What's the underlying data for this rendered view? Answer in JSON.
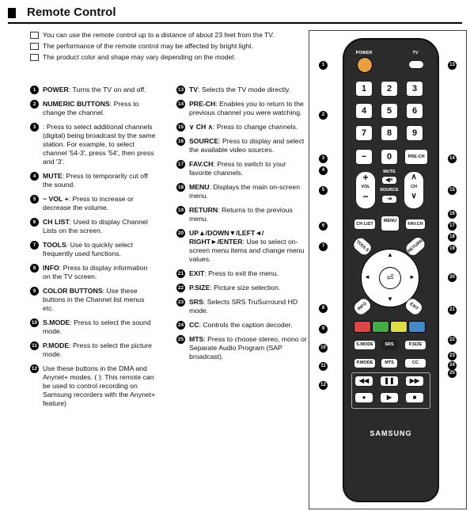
{
  "header": {
    "title": "Remote Control"
  },
  "notes": [
    "You can use the remote control up to a distance of about 23 feet from the TV.",
    "The performance of the remote control may be affected by bright light.",
    "The product color and shape may vary depending on the model."
  ],
  "items_left": [
    {
      "n": "1",
      "kw": "POWER",
      "text": ": Turns the TV on and off."
    },
    {
      "n": "2",
      "kw": "NUMERIC BUTTONS",
      "text": ": Press to change the channel."
    },
    {
      "n": "3",
      "kw": "",
      "text": ": Press to select additional channels (digital) being broadcast by the same station. For example, to select channel '54-3', press '54', then press and '3'."
    },
    {
      "n": "4",
      "kw": "MUTE",
      "text": ": Press to temporarily cut off the sound."
    },
    {
      "n": "5",
      "kw": "− VOL +",
      "text": ": Press to increase or decrease the volume."
    },
    {
      "n": "6",
      "kw": "CH LIST",
      "text": ": Used to display Channel Lists on the screen."
    },
    {
      "n": "7",
      "kw": "TOOLS",
      "text": ": Use to quickly select frequently used functions."
    },
    {
      "n": "8",
      "kw": "INFO",
      "text": ": Press to display information on the TV screen."
    },
    {
      "n": "9",
      "kw": "COLOR BUTTONS",
      "text": ": Use these buttons in the Channel list menus etc."
    },
    {
      "n": "10",
      "kw": "S.MODE",
      "text": ": Press to select the sound mode."
    },
    {
      "n": "11",
      "kw": "P.MODE",
      "text": ": Press to select the picture mode."
    },
    {
      "n": "12",
      "kw": "",
      "text": "Use these buttons in the DMA and Anynet+ modes. ( ): This remote can be used to control recording on Samsung recorders with the Anynet+ feature)"
    }
  ],
  "items_right": [
    {
      "n": "13",
      "kw": "TV",
      "text": ": Selects the TV mode directly."
    },
    {
      "n": "14",
      "kw": "PRE-CH",
      "text": ": Enables you to return to the previous channel you were watching."
    },
    {
      "n": "15",
      "kw": "∨ CH ∧",
      "text": ": Press to change channels."
    },
    {
      "n": "16",
      "kw": "SOURCE",
      "text": ": Press to display and select the available video sources."
    },
    {
      "n": "17",
      "kw": "FAV.CH",
      "text": ": Press to switch to your favorite channels."
    },
    {
      "n": "18",
      "kw": "MENU",
      "text": ": Displays the main on-screen menu."
    },
    {
      "n": "19",
      "kw": "RETURN",
      "text": ": Returns to the previous menu."
    },
    {
      "n": "20",
      "kw": "UP▲/DOWN▼/LEFT◄/ RIGHT►/ENTER",
      "text": ": Use to select on-screen menu items and change menu values."
    },
    {
      "n": "21",
      "kw": "EXIT",
      "text": ": Press to exit the menu."
    },
    {
      "n": "22",
      "kw": "P.SIZE",
      "text": ": Picture size selection."
    },
    {
      "n": "23",
      "kw": "SRS",
      "text": ": Selects SRS TruSurround HD mode."
    },
    {
      "n": "24",
      "kw": "CC",
      "text": ": Controls the caption decoder."
    },
    {
      "n": "25",
      "kw": "MTS",
      "text": ": Press to choose stereo, mono or Separate Audio Program (SAP broadcast)."
    }
  ],
  "remote": {
    "power_label": "POWER",
    "tv_label": "TV",
    "digits": [
      "1",
      "2",
      "3",
      "4",
      "5",
      "6",
      "7",
      "8",
      "9"
    ],
    "zero": "0",
    "dash": "−",
    "prech": "PRE-CH",
    "mute_label": "MUTE",
    "source_label": "SOURCE",
    "vol_label": "VOL",
    "ch_label": "CH",
    "chlist": "CH LIST",
    "menu": "MENU",
    "favch": "FAV.CH",
    "tools": "TOOLS",
    "return": "RETURN",
    "info": "INFO",
    "exit": "EXIT",
    "smode": "S.MODE",
    "srs": "SRS",
    "psize": "P.SIZE",
    "pmode": "P.MODE",
    "mts": "MTS",
    "cc": "CC",
    "brand": "SAMSUNG",
    "color_buttons": [
      "#d44",
      "#4a4",
      "#dd4",
      "#48c"
    ]
  }
}
